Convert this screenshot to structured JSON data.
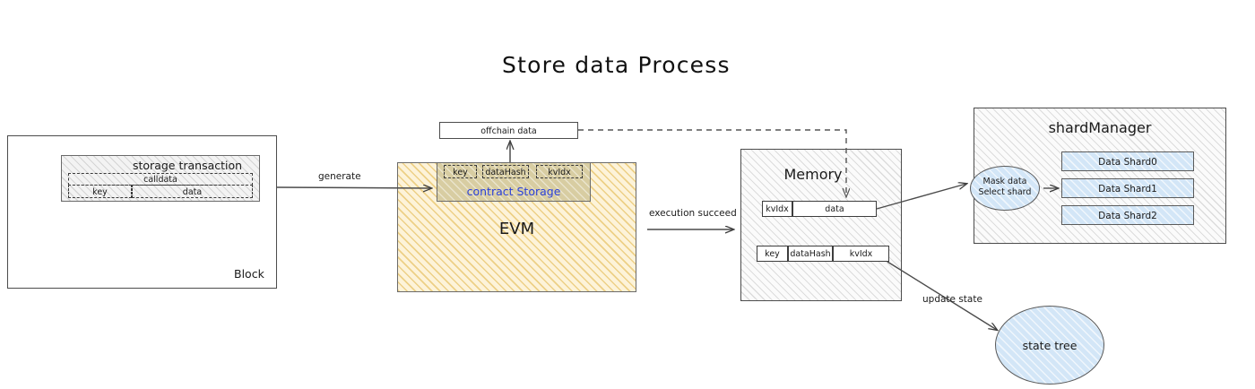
{
  "diagram": {
    "title": "Store data Process",
    "type": "flow-diagram"
  },
  "block": {
    "label": "Block",
    "transaction": {
      "title": "storage transaction",
      "calldata_label": "calldata",
      "fields": [
        {
          "label": "key"
        },
        {
          "label": "data"
        }
      ]
    }
  },
  "evm": {
    "label": "EVM",
    "contract_storage": {
      "label": "contract Storage",
      "slots": [
        {
          "label": "key"
        },
        {
          "label": "dataHash"
        },
        {
          "label": "kvIdx"
        }
      ]
    },
    "offchain": {
      "label": "offchain data"
    }
  },
  "memory": {
    "label": "Memory",
    "row1": [
      {
        "label": "kvIdx"
      },
      {
        "label": "data"
      }
    ],
    "row2": [
      {
        "label": "key"
      },
      {
        "label": "dataHash"
      },
      {
        "label": "kvIdx"
      }
    ]
  },
  "shard_manager": {
    "label": "shardManager",
    "selector": {
      "line1": "Mask data",
      "line2": "Select shard"
    },
    "shards": [
      {
        "label": "Data Shard0"
      },
      {
        "label": "Data Shard1"
      },
      {
        "label": "Data Shard2"
      }
    ]
  },
  "state_tree": {
    "label": "state tree"
  },
  "edges": [
    {
      "name": "block-to-evm",
      "label": "generate"
    },
    {
      "name": "evm-to-memory",
      "label": "execution succeed"
    },
    {
      "name": "memory-to-statetree",
      "label": "update state"
    },
    {
      "name": "offchain-to-memory",
      "label": ""
    },
    {
      "name": "storage-to-offchain",
      "label": ""
    },
    {
      "name": "memory-to-shard",
      "label": ""
    },
    {
      "name": "selector-to-shard",
      "label": ""
    }
  ],
  "colors": {
    "evm_fill": "#fdf3d9",
    "evm_hatch": "#e0b342",
    "contract_storage_fill": "#d8cda2",
    "contract_storage_text": "#2c41d8",
    "shard_fill": "#d3e6f7",
    "hatch_gray": "#fbfbfb",
    "stroke": "#4c4c4c"
  }
}
